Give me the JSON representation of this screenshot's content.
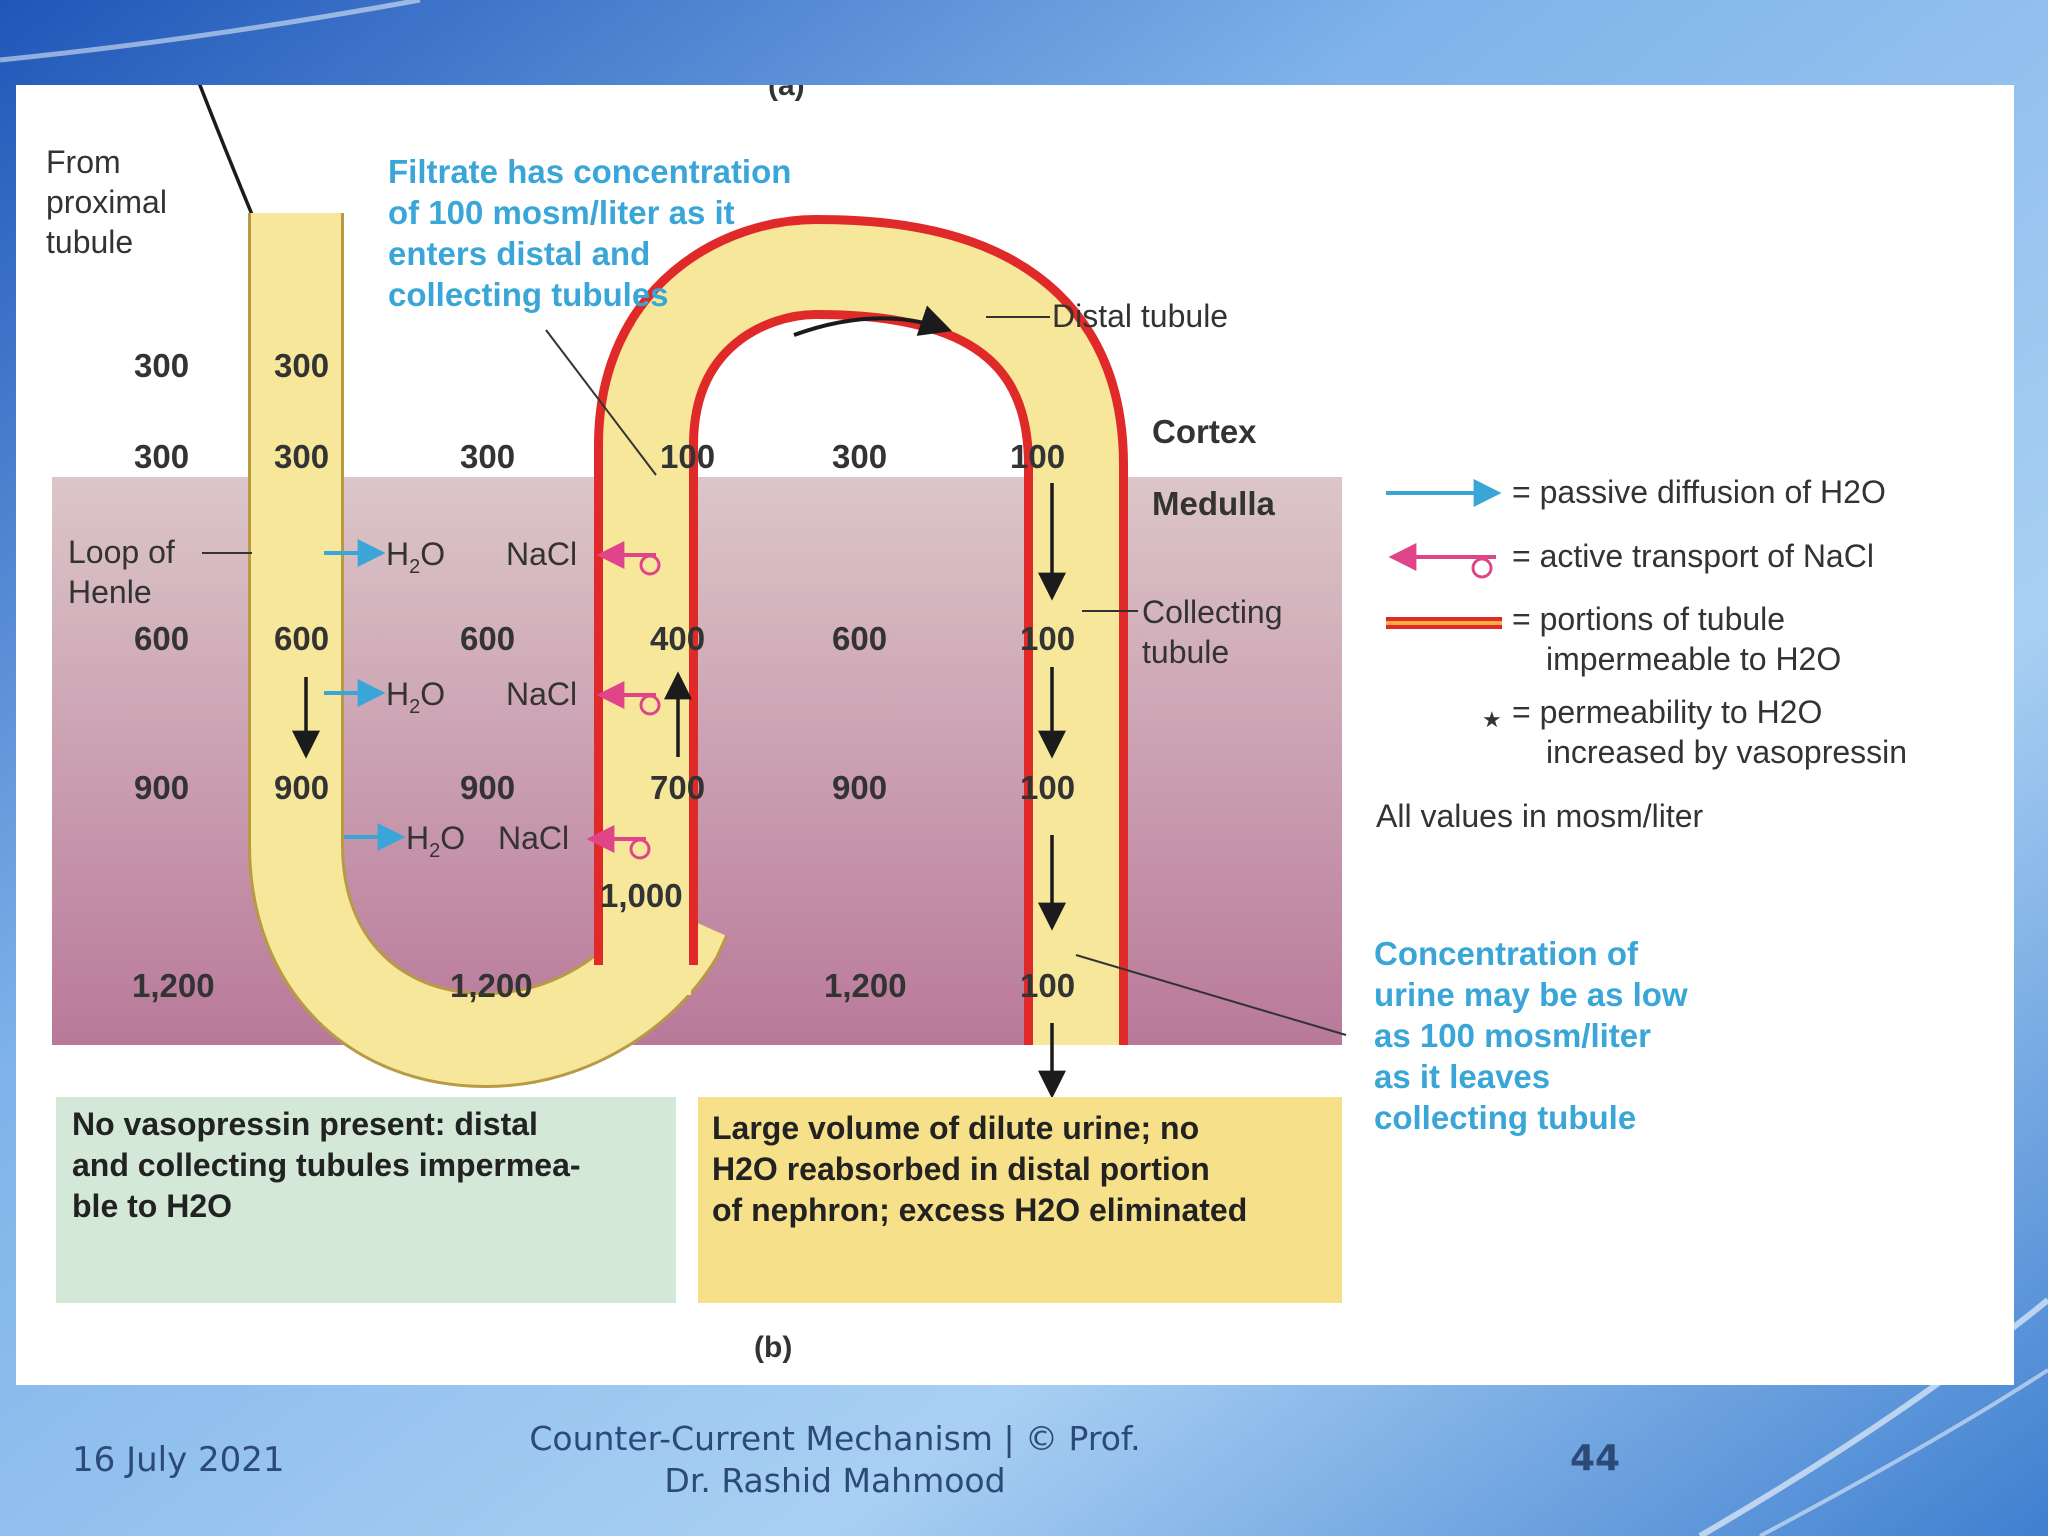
{
  "slide": {
    "date": "16 July 2021",
    "footer_title": "Counter-Current Mechanism  |  © Prof. Dr. Rashid Mahmood",
    "footer_title_line1": "Counter-Current Mechanism  |  © Prof.",
    "footer_title_line2": "Dr. Rashid Mahmood",
    "page_number": "44"
  },
  "figure": {
    "label_top": "(a)",
    "label_bottom": "(b)",
    "from_proximal": [
      "From",
      "proximal",
      "tubule"
    ],
    "filtrate_note": [
      "Filtrate has concentration",
      "of 100 mosm/liter as it",
      "enters distal and",
      "collecting tubules"
    ],
    "distal_tubule": "Distal tubule",
    "cortex": "Cortex",
    "medulla": "Medulla",
    "loop_of_henle": [
      "Loop of",
      "Henle"
    ],
    "collecting_tubule": [
      "Collecting",
      "tubule"
    ],
    "h2o": "H2O",
    "nacl": "NaCl",
    "concentrations": {
      "row300a": [
        "300",
        "300"
      ],
      "row300b": [
        "300",
        "300",
        "300",
        "100",
        "300",
        "100"
      ],
      "row600": [
        "600",
        "600",
        "600",
        "400",
        "600",
        "100"
      ],
      "row900": [
        "900",
        "900",
        "900",
        "700",
        "900",
        "100"
      ],
      "val1000": "1,000",
      "row1200": [
        "1,200",
        "1,200",
        "1,200",
        "100"
      ]
    },
    "legend": {
      "passive": "= passive diffusion of H2O",
      "active": "= active transport of NaCl",
      "impermeable_1": "= portions of tubule",
      "impermeable_2": "impermeable to H2O",
      "vasopressin_1": "= permeability to H2O",
      "vasopressin_2": "increased by vasopressin",
      "star": "★",
      "units": "All values in mosm/liter"
    },
    "urine_note": [
      "Concentration of",
      "urine may be as low",
      "as 100 mosm/liter",
      "as it leaves",
      "collecting tubule"
    ],
    "box_green": [
      "No vasopressin present: distal",
      "and collecting tubules impermea-",
      "ble to H2O"
    ],
    "box_yellow": [
      "Large volume of dilute urine; no",
      "H2O reabsorbed in distal portion",
      "of nephron; excess H2O eliminated"
    ],
    "colors": {
      "tubule_fill": "#f6e79b",
      "tubule_wall": "#e02a2a",
      "blue_text": "#3aa6d8",
      "medulla_top": "#dcc6c8",
      "medulla_bottom": "#b9799a",
      "green_box": "#d3e8d6",
      "yellow_box": "#f6e08a",
      "magenta": "#e0458a"
    }
  }
}
